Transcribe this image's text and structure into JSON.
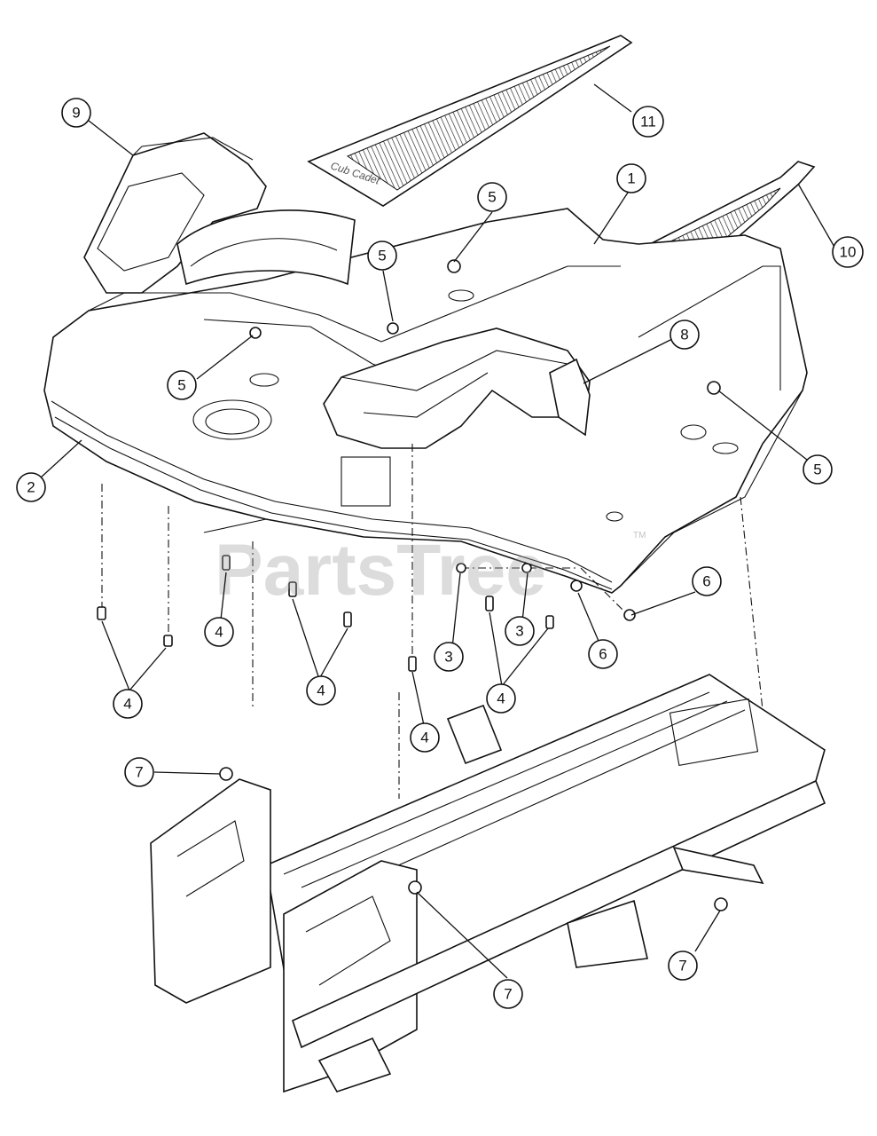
{
  "watermark": {
    "text": "PartsTree",
    "trademark": "TM"
  },
  "mat_logo": "Cub Cadet",
  "callouts": [
    {
      "id": "c9",
      "label": "9"
    },
    {
      "id": "c11",
      "label": "11"
    },
    {
      "id": "c5a",
      "label": "5"
    },
    {
      "id": "c1",
      "label": "1"
    },
    {
      "id": "c10",
      "label": "10"
    },
    {
      "id": "c5b",
      "label": "5"
    },
    {
      "id": "c8",
      "label": "8"
    },
    {
      "id": "c5c",
      "label": "5"
    },
    {
      "id": "c5d",
      "label": "5"
    },
    {
      "id": "c2",
      "label": "2"
    },
    {
      "id": "c6a",
      "label": "6"
    },
    {
      "id": "c4a",
      "label": "4"
    },
    {
      "id": "c3a",
      "label": "3"
    },
    {
      "id": "c3b",
      "label": "3"
    },
    {
      "id": "c6b",
      "label": "6"
    },
    {
      "id": "c4b",
      "label": "4"
    },
    {
      "id": "c4c",
      "label": "4"
    },
    {
      "id": "c4d",
      "label": "4"
    },
    {
      "id": "c4e",
      "label": "4"
    },
    {
      "id": "c7a",
      "label": "7"
    },
    {
      "id": "c7b",
      "label": "7"
    },
    {
      "id": "c7c",
      "label": "7"
    }
  ]
}
